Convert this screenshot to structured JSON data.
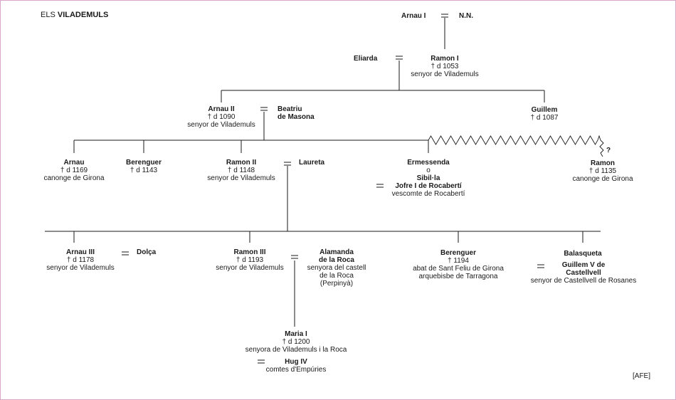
{
  "title": {
    "prefix": "ELS",
    "family": "VILADEMULS"
  },
  "credit": "[AFE]",
  "marriage_sign": "=",
  "people": {
    "arnau1": {
      "name": "Arnau I"
    },
    "nn": {
      "name": "N.N."
    },
    "eliarda": {
      "name": "Eliarda"
    },
    "ramon1": {
      "name": "Ramon I",
      "lines": [
        "† d 1053",
        "senyor de Vilademuls"
      ]
    },
    "arnau2": {
      "name": "Arnau II",
      "lines": [
        "† d 1090",
        "senyor de Vilademuls"
      ]
    },
    "beatriu": {
      "name_lines": [
        "Beatriu",
        "de Masona"
      ]
    },
    "guillem": {
      "name": "Guillem",
      "lines": [
        "† d 1087"
      ]
    },
    "arnau": {
      "name": "Arnau",
      "lines": [
        "† d 1169",
        "canonge de Girona"
      ]
    },
    "berenguer1": {
      "name": "Berenguer",
      "lines": [
        "† d 1143"
      ]
    },
    "ramon2": {
      "name": "Ramon II",
      "lines": [
        "† d 1148",
        "senyor de Vilademuls"
      ]
    },
    "laureta": {
      "name": "Laureta"
    },
    "ermessenda": {
      "name": "Ermessenda",
      "or": "o",
      "alt_name": "Sibil·la"
    },
    "jofre": {
      "name": "Jofre I de Rocabertí",
      "lines": [
        "vescomte de Rocabertí"
      ]
    },
    "ramon_canon": {
      "name": "Ramon",
      "lines": [
        "† d 1135",
        "canonge de Girona"
      ],
      "uncertain": "?"
    },
    "arnau3": {
      "name": "Arnau III",
      "lines": [
        "† d 1178",
        "senyor de Vilademuls"
      ]
    },
    "dolca": {
      "name": "Dolça"
    },
    "ramon3": {
      "name": "Ramon III",
      "lines": [
        "† d 1193",
        "senyor de Vilademuls"
      ]
    },
    "alamanda": {
      "name_lines": [
        "Alamanda",
        "de la Roca"
      ],
      "lines": [
        "senyora del castell",
        "de la Roca",
        "(Perpinyà)"
      ]
    },
    "berenguer2": {
      "name": "Berenguer",
      "lines": [
        "† 1194",
        "abat de Sant Feliu de Girona",
        "arquebisbe de Tarragona"
      ]
    },
    "balasqueta": {
      "name": "Balasqueta"
    },
    "guillem5": {
      "name_lines": [
        "Guillem V de",
        "Castellvell"
      ],
      "lines": [
        "senyor de Castellvell de Rosanes"
      ]
    },
    "maria1": {
      "name": "Maria I",
      "lines": [
        "† d 1200",
        "senyora de Vilademuls i la Roca"
      ]
    },
    "hug4": {
      "name": "Hug IV",
      "lines": [
        "comtes d'Empúries"
      ]
    }
  }
}
